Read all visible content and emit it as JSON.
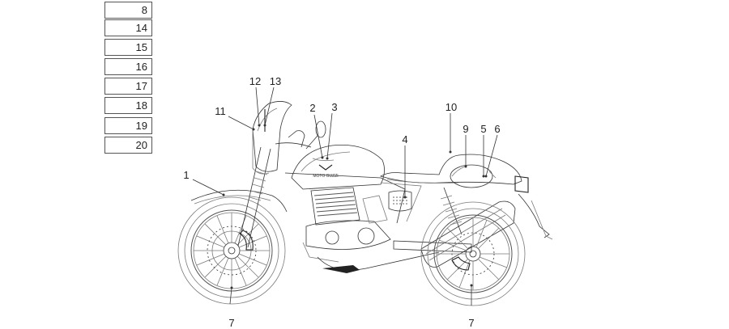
{
  "reference_table": [
    "8",
    "14",
    "15",
    "16",
    "17",
    "18",
    "19",
    "20"
  ],
  "callouts": {
    "c1": "1",
    "c2": "2",
    "c3": "3",
    "c4": "4",
    "c5": "5",
    "c6": "6",
    "c7_front": "7",
    "c7_rear": "7",
    "c9": "9",
    "c10": "10",
    "c11": "11",
    "c12": "12",
    "c13": "13"
  },
  "tank_logo_text": "MOTO GUZZI"
}
